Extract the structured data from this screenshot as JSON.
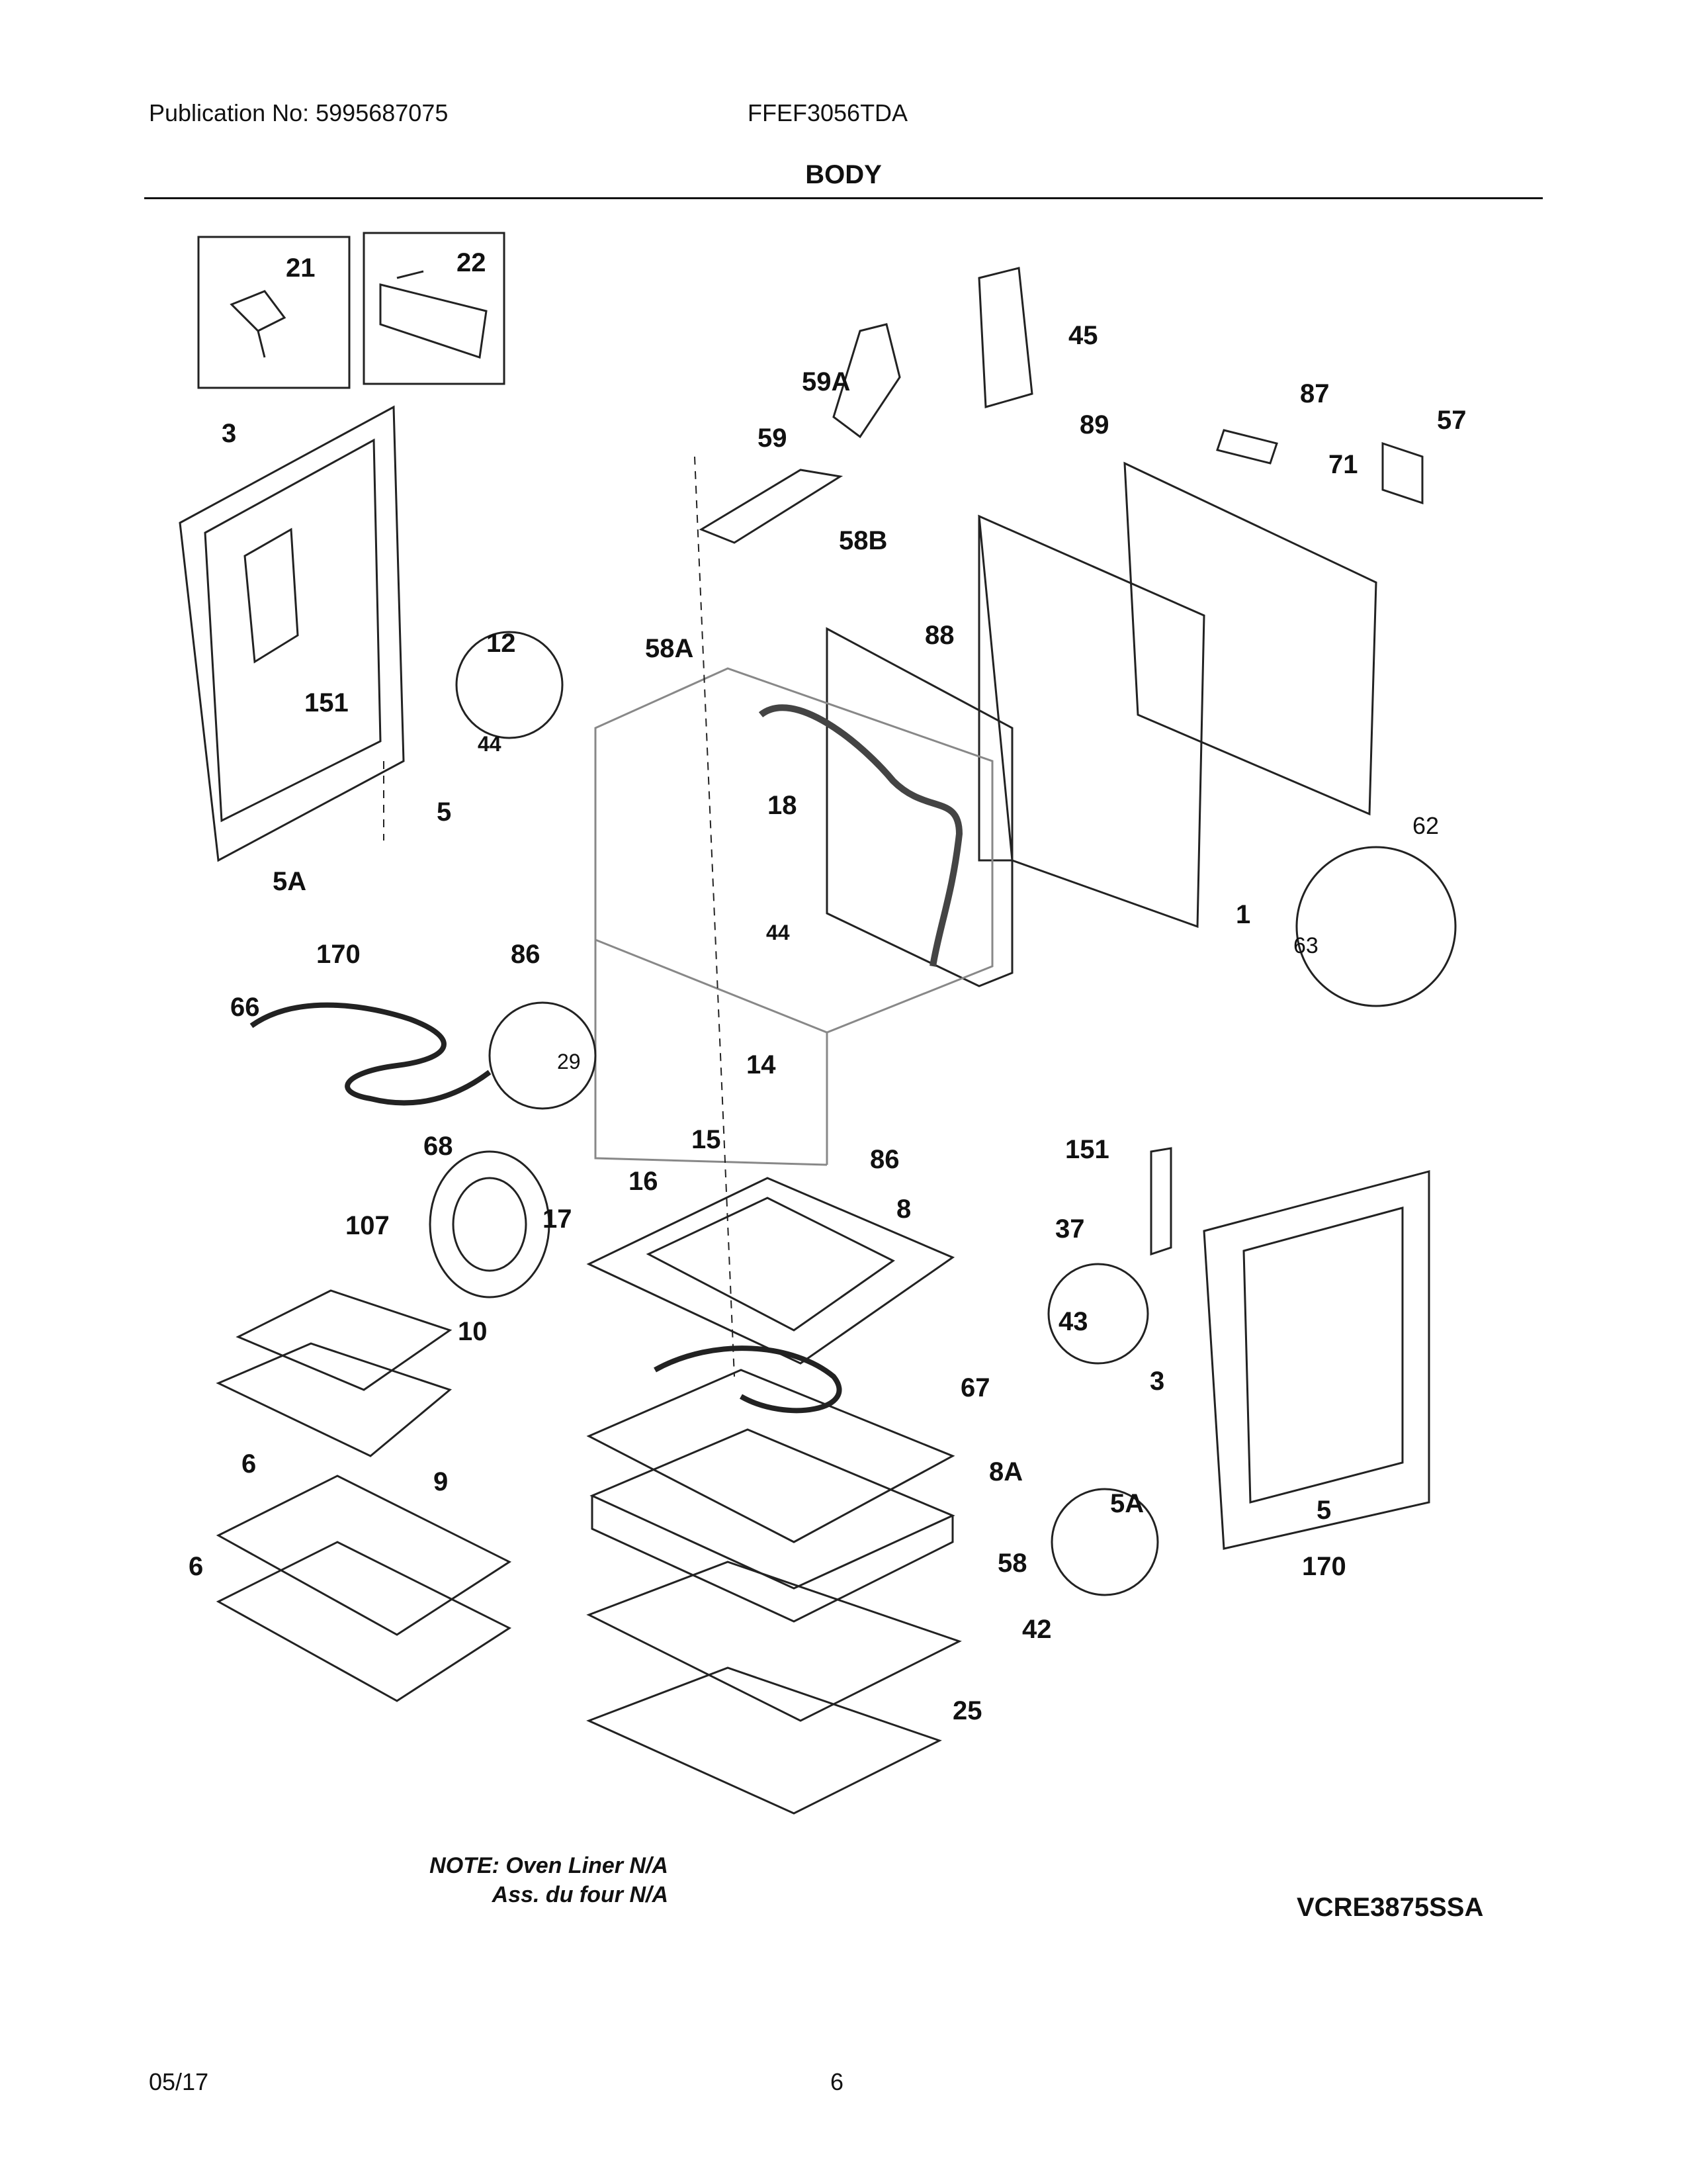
{
  "header": {
    "publication": "Publication No: 5995687075",
    "model": "FFEF3056TDA",
    "section_title": "BODY"
  },
  "callouts": [
    {
      "id": "c21",
      "text": "21"
    },
    {
      "id": "c22",
      "text": "22"
    },
    {
      "id": "c45",
      "text": "45"
    },
    {
      "id": "c59A",
      "text": "59A"
    },
    {
      "id": "c87",
      "text": "87"
    },
    {
      "id": "c57",
      "text": "57"
    },
    {
      "id": "c3a",
      "text": "3"
    },
    {
      "id": "c59",
      "text": "59"
    },
    {
      "id": "c89",
      "text": "89"
    },
    {
      "id": "c71",
      "text": "71"
    },
    {
      "id": "c58B",
      "text": "58B"
    },
    {
      "id": "c151a",
      "text": "151"
    },
    {
      "id": "c12",
      "text": "12"
    },
    {
      "id": "c58A",
      "text": "58A"
    },
    {
      "id": "c88",
      "text": "88"
    },
    {
      "id": "c44a",
      "text": "44"
    },
    {
      "id": "c18",
      "text": "18"
    },
    {
      "id": "c5a",
      "text": "5"
    },
    {
      "id": "c62",
      "text": "62"
    },
    {
      "id": "c5Aa",
      "text": "5A"
    },
    {
      "id": "c44b",
      "text": "44"
    },
    {
      "id": "c1",
      "text": "1"
    },
    {
      "id": "c170a",
      "text": "170"
    },
    {
      "id": "c86a",
      "text": "86"
    },
    {
      "id": "c63",
      "text": "63"
    },
    {
      "id": "c66",
      "text": "66"
    },
    {
      "id": "c29",
      "text": "29"
    },
    {
      "id": "c14",
      "text": "14"
    },
    {
      "id": "c15",
      "text": "15"
    },
    {
      "id": "c68",
      "text": "68"
    },
    {
      "id": "c86b",
      "text": "86"
    },
    {
      "id": "c16",
      "text": "16"
    },
    {
      "id": "c151b",
      "text": "151"
    },
    {
      "id": "c107",
      "text": "107"
    },
    {
      "id": "c17",
      "text": "17"
    },
    {
      "id": "c8",
      "text": "8"
    },
    {
      "id": "c37",
      "text": "37"
    },
    {
      "id": "c43",
      "text": "43"
    },
    {
      "id": "c10",
      "text": "10"
    },
    {
      "id": "c3b",
      "text": "3"
    },
    {
      "id": "c67",
      "text": "67"
    },
    {
      "id": "c6a",
      "text": "6"
    },
    {
      "id": "c9",
      "text": "9"
    },
    {
      "id": "c8A",
      "text": "8A"
    },
    {
      "id": "c5Ab",
      "text": "5A"
    },
    {
      "id": "c5b",
      "text": "5"
    },
    {
      "id": "c6b",
      "text": "6"
    },
    {
      "id": "c58",
      "text": "58"
    },
    {
      "id": "c170b",
      "text": "170"
    },
    {
      "id": "c42",
      "text": "42"
    },
    {
      "id": "c25",
      "text": "25"
    }
  ],
  "notes": {
    "line1": "NOTE: Oven Liner N/A",
    "line2": "Ass. du four N/A"
  },
  "diagram_code": "VCRE3875SSA",
  "footer": {
    "date": "05/17",
    "page": "6"
  }
}
